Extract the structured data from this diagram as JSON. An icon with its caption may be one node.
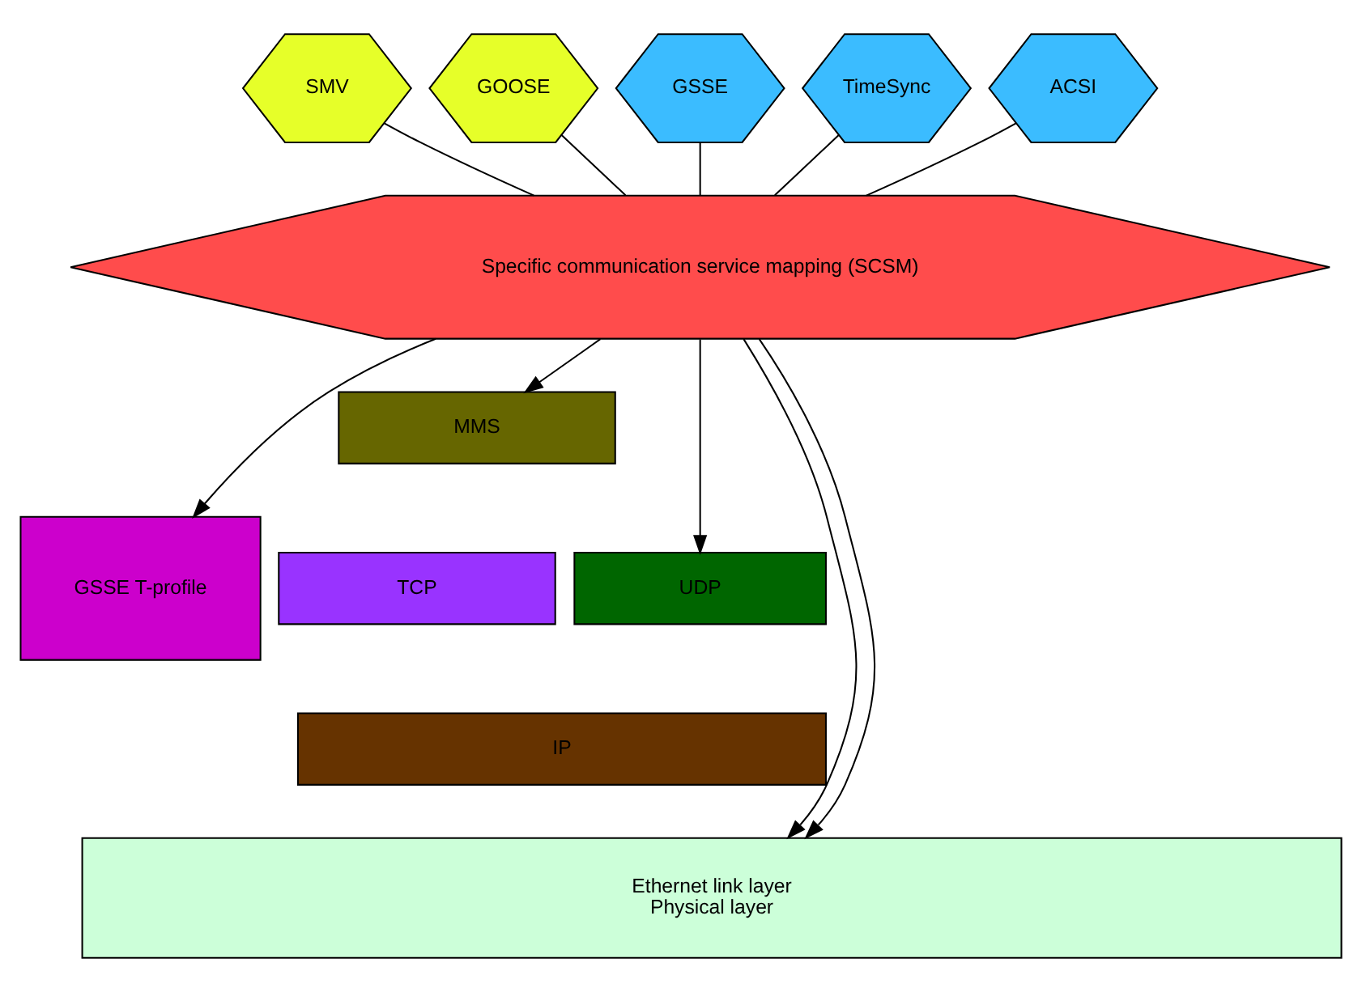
{
  "diagram": {
    "nodes": [
      {
        "text": [
          "SMV"
        ]
      },
      {
        "text": [
          "GOOSE"
        ]
      },
      {
        "text": [
          "GSSE"
        ]
      },
      {
        "text": [
          "TimeSync"
        ]
      },
      {
        "text": [
          "ACSI"
        ]
      },
      {
        "text": [
          "Specific communication service mapping (SCSM)"
        ]
      },
      {
        "text": [
          "MMS"
        ]
      },
      {
        "text": [
          "GSSE T-profile"
        ]
      },
      {
        "text": [
          "UDP"
        ]
      },
      {
        "text": [
          "TCP"
        ]
      },
      {
        "text": [
          "IP"
        ]
      },
      {
        "text": [
          "Ethernet link layer",
          "Physical layer"
        ]
      }
    ],
    "edges": [
      {
        "from": 0,
        "to": 5,
        "arrow": "none"
      },
      {
        "from": 1,
        "to": 5,
        "arrow": "none"
      },
      {
        "from": 2,
        "to": 5,
        "arrow": "none"
      },
      {
        "from": 3,
        "to": 5,
        "arrow": "none"
      },
      {
        "from": 4,
        "to": 5,
        "arrow": "none"
      },
      {
        "from": 5,
        "to": 11,
        "arrow": "to"
      },
      {
        "from": 5,
        "to": 11,
        "arrow": "to"
      },
      {
        "from": 5,
        "to": 7,
        "arrow": "to"
      },
      {
        "from": 5,
        "to": 8,
        "arrow": "to"
      },
      {
        "from": 5,
        "to": 6,
        "arrow": "to"
      }
    ]
  }
}
